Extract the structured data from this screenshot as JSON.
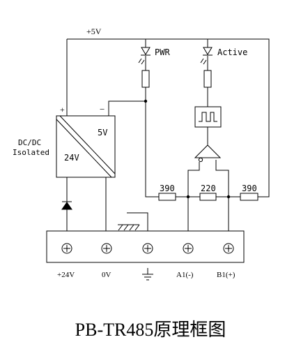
{
  "diagram": {
    "rail_label": "+5V",
    "led_pwr_label": "PWR",
    "led_active_label": "Active",
    "converter": {
      "label_line1": "DC/DC",
      "label_line2": "Isolated",
      "input_voltage": "24V",
      "output_voltage": "5V",
      "plus_sign": "+",
      "minus_sign": "−"
    },
    "resistors": [
      "390",
      "220",
      "390"
    ],
    "terminals": [
      "+24V",
      "0V",
      "",
      "A1(-)",
      "B1(+)"
    ],
    "caption": "PB-TR485原理框图"
  }
}
